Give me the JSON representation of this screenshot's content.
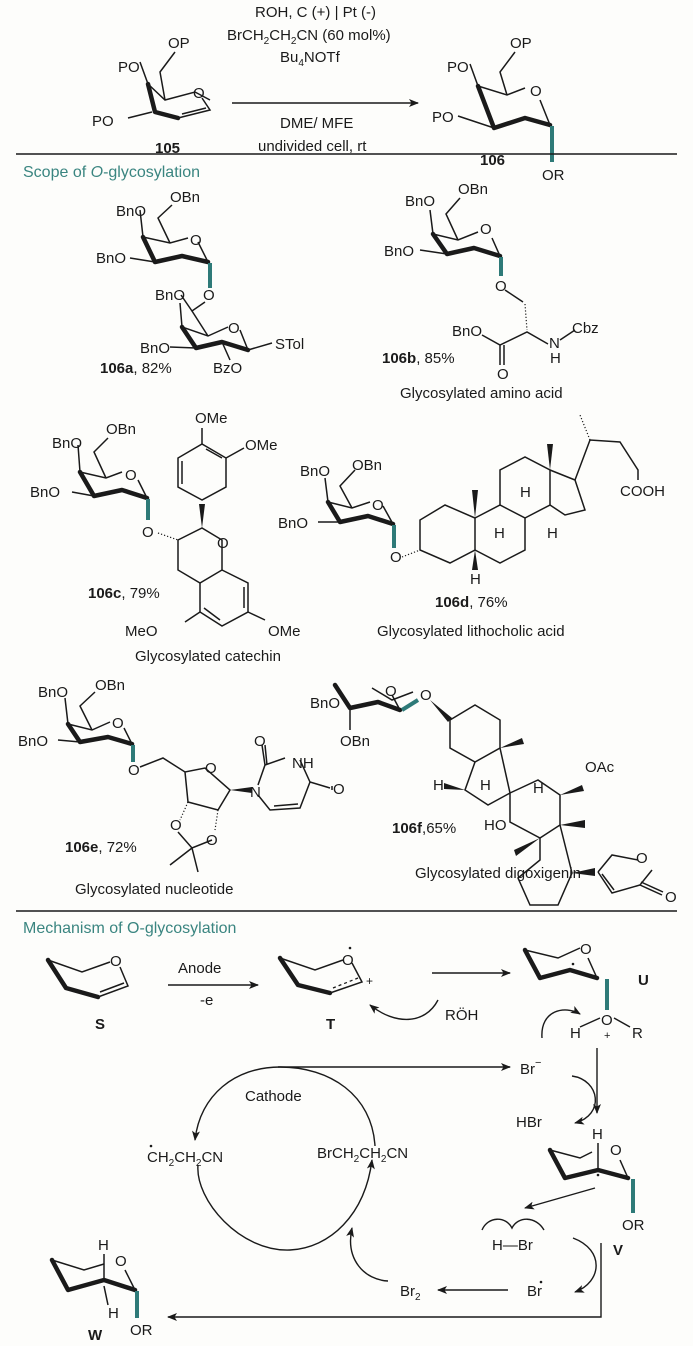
{
  "colors": {
    "accent": "#2e7a78",
    "text": "#1a1a1a",
    "background": "#fdfdfb"
  },
  "reaction": {
    "reactant_label": "105",
    "product_label": "106",
    "reactant_substituents": [
      "PO",
      "OP",
      "PO",
      "O"
    ],
    "product_substituents": [
      "PO",
      "OP",
      "PO",
      "O",
      "OR"
    ],
    "conditions_above": [
      "ROH, C (+) | Pt (-)",
      "BrCH2CH2CN (60 mol%)",
      "Bu4NOTf"
    ],
    "conditions_above_parts": {
      "line2": {
        "a": "BrCH",
        "s1": "2",
        "b": "CH",
        "s2": "2",
        "c": "CN (60 mol%)"
      },
      "line3": {
        "a": "Bu",
        "s1": "4",
        "b": "NOTf"
      }
    },
    "conditions_below": [
      "DME/ MFE",
      "undivided cell, rt"
    ]
  },
  "scope": {
    "title_prefix": "Scope of ",
    "title_italic": "O",
    "title_suffix": "-glycosylation",
    "products": [
      {
        "id": "106a",
        "yield": ", 82%",
        "caption": "",
        "groups": [
          "BnO",
          "OBn",
          "BnO",
          "O",
          "BnO",
          "O",
          "O",
          "BnO",
          "STol",
          "BzO"
        ]
      },
      {
        "id": "106b",
        "yield": ", 85%",
        "caption": "Glycosylated amino acid",
        "groups": [
          "BnO",
          "OBn",
          "BnO",
          "O",
          "O",
          "BnO",
          "N",
          "H",
          "Cbz",
          "O"
        ]
      },
      {
        "id": "106c",
        "yield": ", 79%",
        "caption": "Glycosylated catechin",
        "groups": [
          "BnO",
          "OBn",
          "BnO",
          "O",
          "O",
          "O",
          "OMe",
          "OMe",
          "MeO",
          "OMe"
        ]
      },
      {
        "id": "106d",
        "yield": ", 76%",
        "caption": "Glycosylated lithocholic acid",
        "groups": [
          "BnO",
          "OBn",
          "BnO",
          "O",
          "O",
          "H",
          "H",
          "H",
          "H",
          "COOH"
        ]
      },
      {
        "id": "106e",
        "yield": ", 72%",
        "caption": "Glycosylated nucleotide",
        "groups": [
          "BnO",
          "OBn",
          "BnO",
          "O",
          "O",
          "O",
          "N",
          "NH",
          "O",
          "O",
          "O",
          "O"
        ]
      },
      {
        "id": "106f",
        "yield": ",65%",
        "caption": "Glycosylated digoxigenin",
        "groups": [
          "BnO",
          "OBn",
          "O",
          "O",
          "H",
          "H",
          "H",
          "OAc",
          "HO",
          "O",
          "O"
        ]
      }
    ]
  },
  "mechanism": {
    "title": "Mechanism of O-glycosylation",
    "species": {
      "S": "S",
      "T": "T",
      "U": "U",
      "V": "V",
      "W": "W"
    },
    "anode_label": "Anode",
    "electron_label": "-e",
    "roh_label": "RÖH",
    "cathode_label": "Cathode",
    "br_minus": "Br",
    "br_minus_charge": "−",
    "hbr": "HBr",
    "radical_left": {
      "a": "CH",
      "s1": "2",
      "b": "CH",
      "s2": "2",
      "c": "CN"
    },
    "bromide_right": {
      "a": "BrCH",
      "s1": "2",
      "b": "CH",
      "s2": "2",
      "c": "CN"
    },
    "h_br": "H—Br",
    "br2": {
      "a": "Br",
      "s": "2"
    },
    "br_radical": "Br",
    "oxonium": {
      "H": "H",
      "O": "O",
      "R": "R",
      "plus": "+"
    },
    "or_label": "OR",
    "h_label": "H",
    "o_label": "O",
    "plus": "+"
  }
}
